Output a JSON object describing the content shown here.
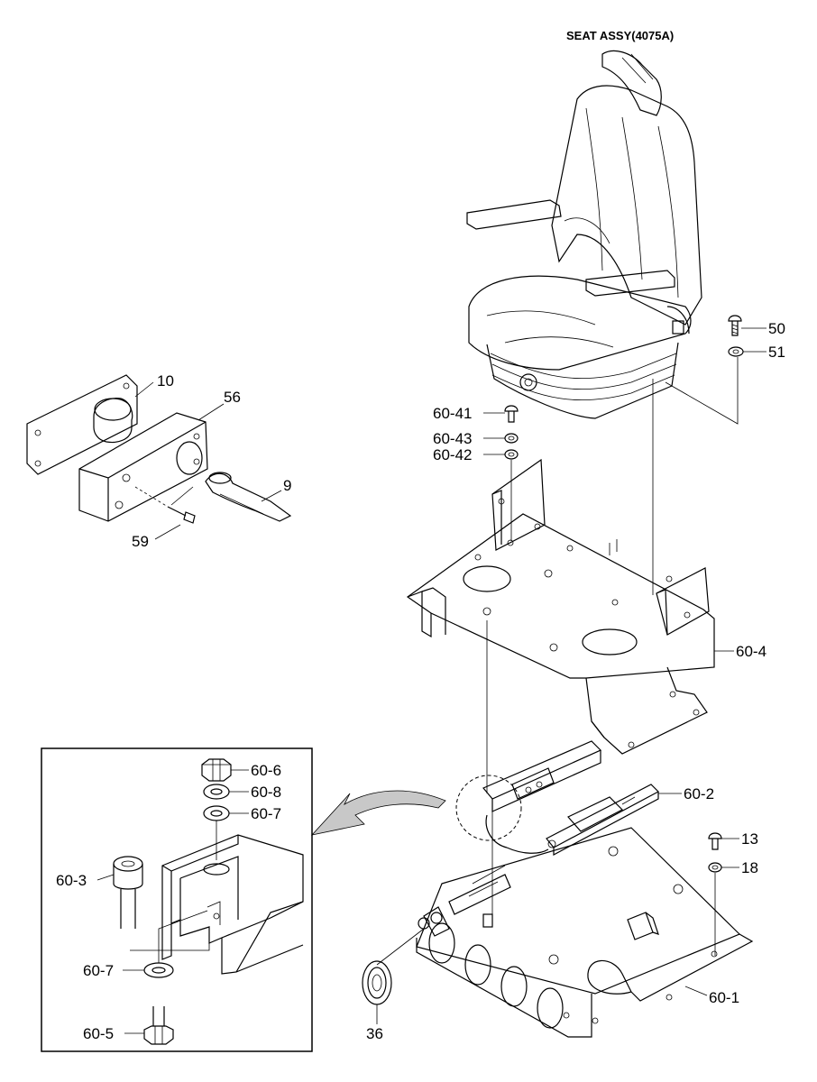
{
  "title": "SEAT ASSY(4075A)",
  "labels": {
    "p10": "10",
    "p56": "56",
    "p9": "9",
    "p59": "59",
    "p50": "50",
    "p51": "51",
    "p60_41": "60-41",
    "p60_43": "60-43",
    "p60_42": "60-42",
    "p60_4": "60-4",
    "p60_2": "60-2",
    "p13": "13",
    "p18": "18",
    "p60_1": "60-1",
    "p36": "36",
    "p60_6": "60-6",
    "p60_8": "60-8",
    "p60_7a": "60-7",
    "p60_3": "60-3",
    "p60_7b": "60-7",
    "p60_5": "60-5"
  }
}
